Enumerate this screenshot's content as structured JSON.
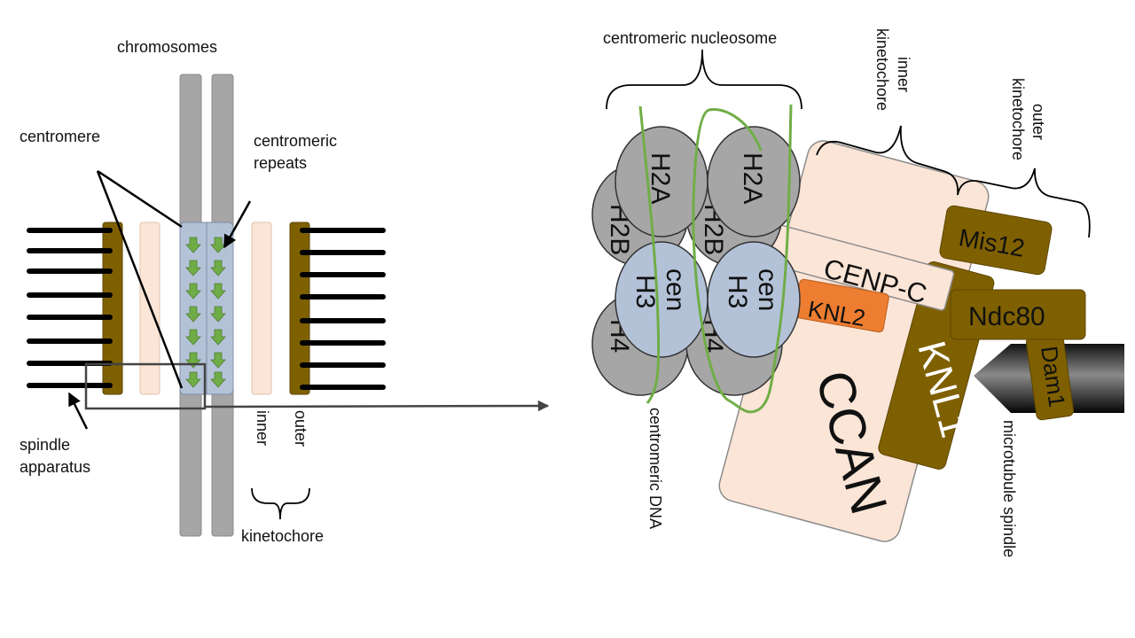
{
  "left_panel": {
    "chromosomes": "chromosomes",
    "centromere": "centromere",
    "centromeric_repeats_1": "centromeric",
    "centromeric_repeats_2": "repeats",
    "spindle_1": "spindle",
    "spindle_2": "apparatus",
    "inner": "inner",
    "outer": "outer",
    "kinetochore": "kinetochore"
  },
  "right_panel": {
    "centromeric_nucleosome": "centromeric  nucleosome",
    "inner_kinetochore_1": "inner",
    "inner_kinetochore_2": "kinetochore",
    "outer_kinetochore_1": "outer",
    "outer_kinetochore_2": "kinetochore",
    "h2a": "H2A",
    "h2b": "H2B",
    "cen": "cen",
    "h3": "H3",
    "h4": "H4",
    "cenp_c": "CENP-C",
    "knl2": "KNL2",
    "ccan": "CCAN",
    "knl1": "KNL1",
    "mis12": "Mis12",
    "ndc80": "Ndc80",
    "dam1": "Dam1",
    "centromeric_dna": "centromeric  DNA",
    "microtubule_spindle": "microtubule  spindle"
  },
  "colors": {
    "chromosome": "#a6a6a6",
    "centromere": "#b4c2d8",
    "repeat_arrow": "#70ad47",
    "outer_kinetochore": "#7f6000",
    "inner_kinetochore": "#fbe5d6",
    "knl2": "#ed7d31",
    "histone": "#a6a6a6",
    "dna": "#70ad47"
  }
}
